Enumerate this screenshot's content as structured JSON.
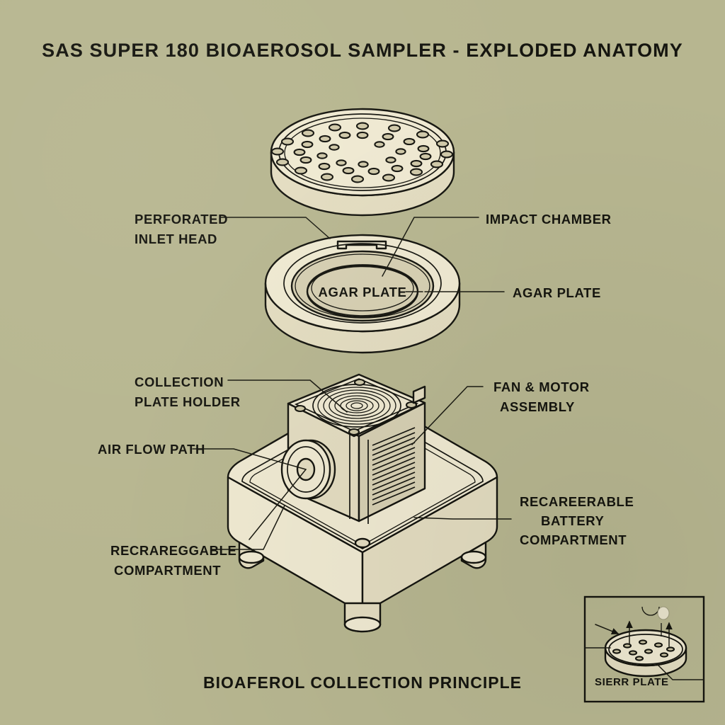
{
  "theme": {
    "background": "#b7b690",
    "ink": "#15150f",
    "body_fill": "#efe9d1",
    "body_fill_shade": "#d6cfb2"
  },
  "header": {
    "title": "SAS SUPER 180 BIOAEROSOL SAMPLER - EXPLODED ANATOMY"
  },
  "footer": {
    "caption": "BIOAFEROL COLLECTION PRINCIPLE"
  },
  "labels": [
    {
      "id": "perforated-inlet-head",
      "lines": [
        "PERFORATED",
        "INLET HEAD"
      ],
      "side": "left"
    },
    {
      "id": "impact-chamber",
      "lines": [
        "IMPACT CHAMBER"
      ],
      "side": "right"
    },
    {
      "id": "agar-plate-inner",
      "lines": [
        "AGAR PLATE"
      ],
      "side": "center"
    },
    {
      "id": "agar-plate",
      "lines": [
        "AGAR PLATE"
      ],
      "side": "right"
    },
    {
      "id": "collection-plate-holder",
      "lines": [
        "COLLECTION",
        "PLATE HOLDER"
      ],
      "side": "left"
    },
    {
      "id": "fan-motor-assembly",
      "lines": [
        "FAN & MOTOR",
        "ASSEMBLY"
      ],
      "side": "right"
    },
    {
      "id": "air-flow-path",
      "lines": [
        "AIR FLOW PATH"
      ],
      "side": "left"
    },
    {
      "id": "battery-compartment",
      "lines": [
        "RECAREERABLE",
        "BATTERY",
        "COMPARTMENT"
      ],
      "side": "right"
    },
    {
      "id": "rechargeable-compartment",
      "lines": [
        "RECRAREGGABLE",
        "COMPARTMENT"
      ],
      "side": "left"
    }
  ],
  "label_text": {
    "perforated_line1": "PERFORATED",
    "perforated_line2": "INLET HEAD",
    "impact_chamber": "IMPACT CHAMBER",
    "agar_plate_inner": "AGAR PLATE",
    "agar_plate_right": "AGAR PLATE",
    "collection_line1": "COLLECTION",
    "collection_line2": "PLATE HOLDER",
    "fan_line1": "FAN & MOTOR",
    "fan_line2": "ASSEMBLY",
    "air_flow_path": "AIR FLOW PATH",
    "battery_line1": "RECAREERABLE",
    "battery_line2": "BATTERY",
    "battery_line3": "COMPARTMENT",
    "recharge_line1": "RECRAREGGABLE",
    "recharge_line2": "COMPARTMENT"
  },
  "inset": {
    "label": "SIERR PLATE",
    "description": "petri dish with colonies, airflow arrows"
  },
  "components": [
    {
      "name": "perforated-inlet-head",
      "type": "disc",
      "perforations": 38
    },
    {
      "name": "impact-chamber",
      "type": "bowl"
    },
    {
      "name": "agar-plate",
      "type": "dish"
    },
    {
      "name": "fan-motor-assembly",
      "type": "cube"
    },
    {
      "name": "base-unit",
      "type": "box",
      "feet": 4
    }
  ]
}
